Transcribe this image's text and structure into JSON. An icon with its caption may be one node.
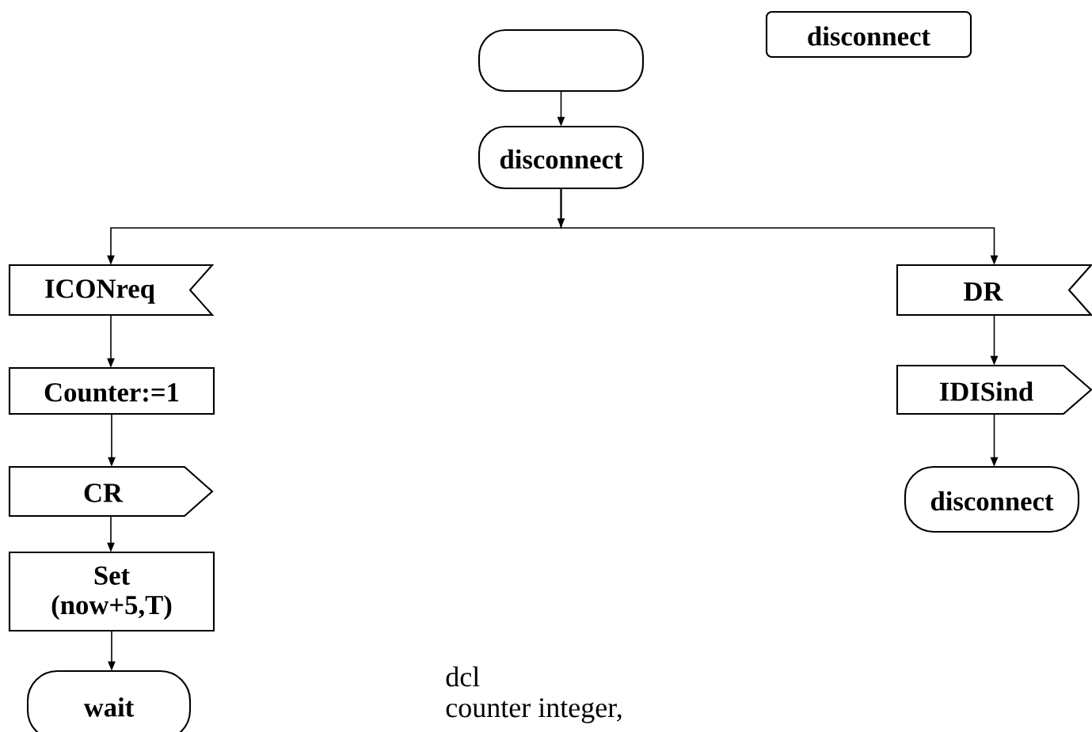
{
  "diagram": {
    "nodes": [
      {
        "text": [],
        "shape": "box"
      },
      {
        "text": [
          "disconnect"
        ]
      },
      {
        "text": [
          "disconnect"
        ]
      },
      {
        "text": [
          "ICONreq"
        ]
      },
      {
        "text": [
          "Counter:=1"
        ]
      },
      {
        "text": [
          "CR"
        ]
      },
      {
        "text": [
          "Set (now+5,T)"
        ]
      },
      {
        "text": [
          "wait"
        ]
      },
      {
        "text": [
          "DR"
        ]
      },
      {
        "text": [
          "IDISind"
        ]
      },
      {
        "text": [
          "disconnect"
        ]
      }
    ],
    "edges": [
      {
        "from": 0,
        "to": 2,
        "arrow": "to"
      },
      {
        "from": 2,
        "to": 3,
        "arrow": "to"
      },
      {
        "from": 2,
        "to": 8,
        "arrow": "to"
      },
      {
        "from": 3,
        "to": 4,
        "arrow": "to"
      },
      {
        "from": 4,
        "to": 5,
        "arrow": "to"
      },
      {
        "from": 5,
        "to": 6,
        "arrow": "to"
      },
      {
        "from": 6,
        "to": 7,
        "arrow": "to"
      },
      {
        "from": 8,
        "to": 9,
        "arrow": "to"
      },
      {
        "from": 9,
        "to": 10,
        "arrow": "to"
      }
    ],
    "labels": [
      "dcl",
      "counter integer,"
    ]
  }
}
